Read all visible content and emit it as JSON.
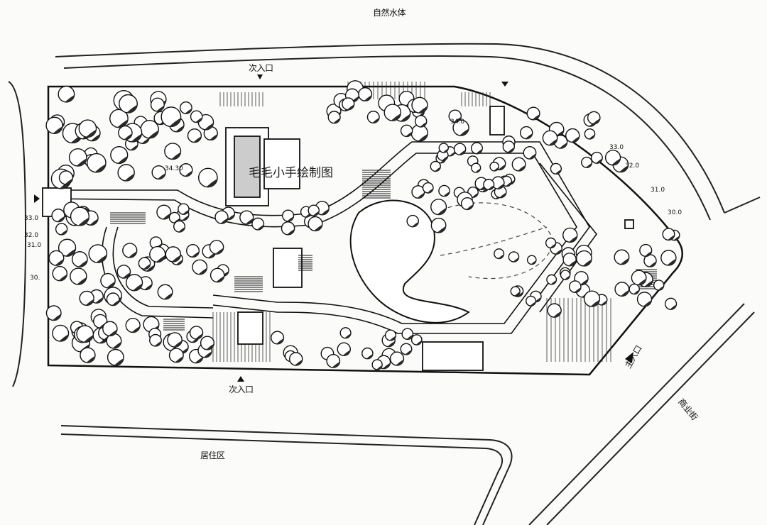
{
  "labels": {
    "north_water": "自然水体",
    "north_entrance": "次入口",
    "south_entrance": "次入口",
    "main_entrance": "主入口",
    "residential": "居住区",
    "commercial_street": "商业街",
    "watermark": "毛毛小手绘制图"
  },
  "elevations": [
    "34.30",
    "34.0",
    "33.0",
    "32.0",
    "31.0",
    "30.0",
    "33.0",
    "32.0",
    "31.0",
    "30."
  ],
  "colors": {
    "ink": "#111111",
    "paper": "#fbfbfa",
    "tree_shade": "#2a2a2a"
  }
}
